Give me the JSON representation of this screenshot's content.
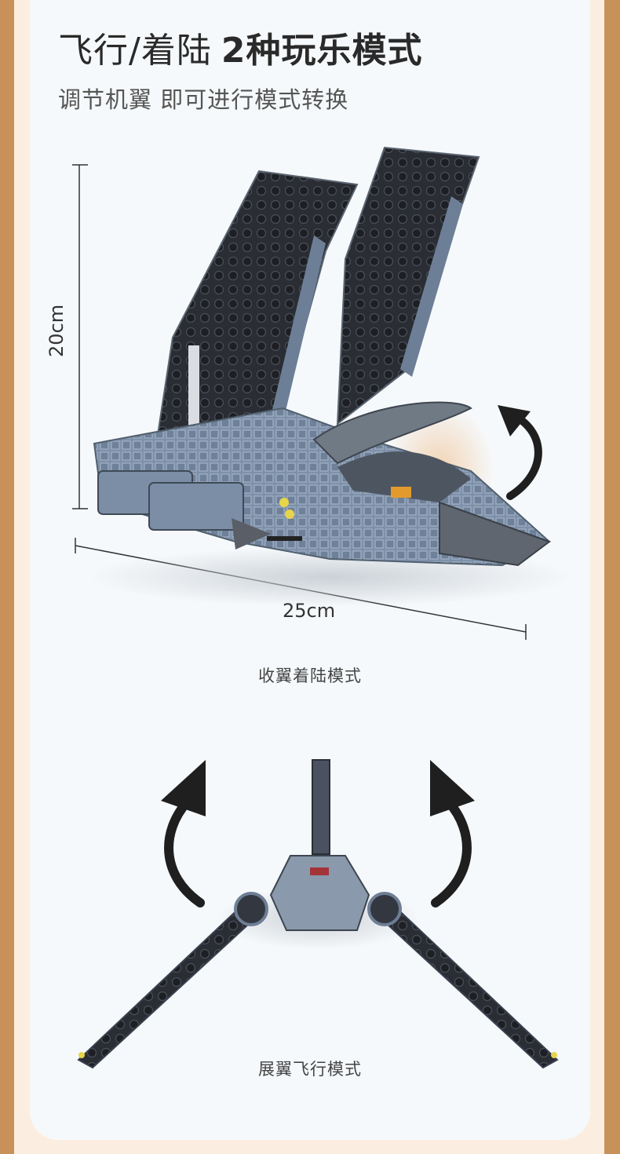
{
  "header": {
    "title_light": "飞行/着陆",
    "title_bold": "2种玩乐模式",
    "subtitle": "调节机翼 即可进行模式转换"
  },
  "landing": {
    "height_label": "20cm",
    "width_label": "25cm",
    "caption": "收翼着陆模式"
  },
  "flight": {
    "caption": "展翼飞行模式"
  },
  "colors": {
    "border": "#c8915a",
    "inner": "#fbeee0",
    "panel": "#f6f9fb",
    "hull": "#7a8da6",
    "dark": "#262a30"
  }
}
